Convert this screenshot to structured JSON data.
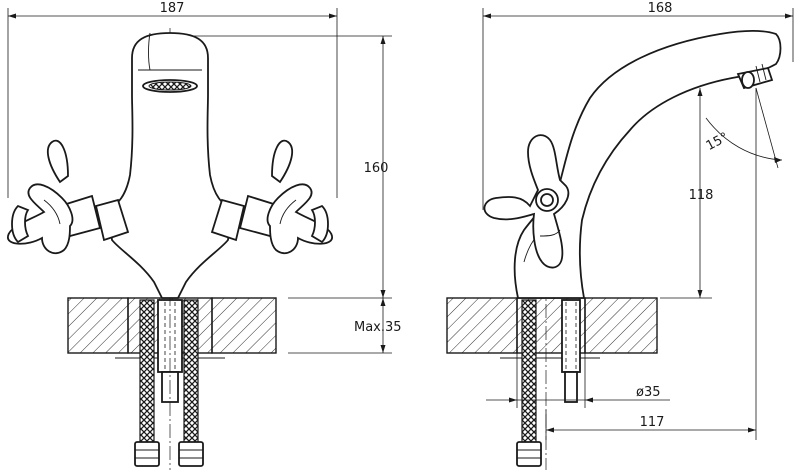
{
  "dimensions": {
    "front_width": "187",
    "front_height": "160",
    "front_max_thickness": "Max.35",
    "side_length": "168",
    "side_angle": "15°",
    "side_height": "118",
    "side_hole_diameter": "ø35",
    "side_reach": "117"
  },
  "colors": {
    "line": "#1a1a1a",
    "background": "#ffffff"
  }
}
